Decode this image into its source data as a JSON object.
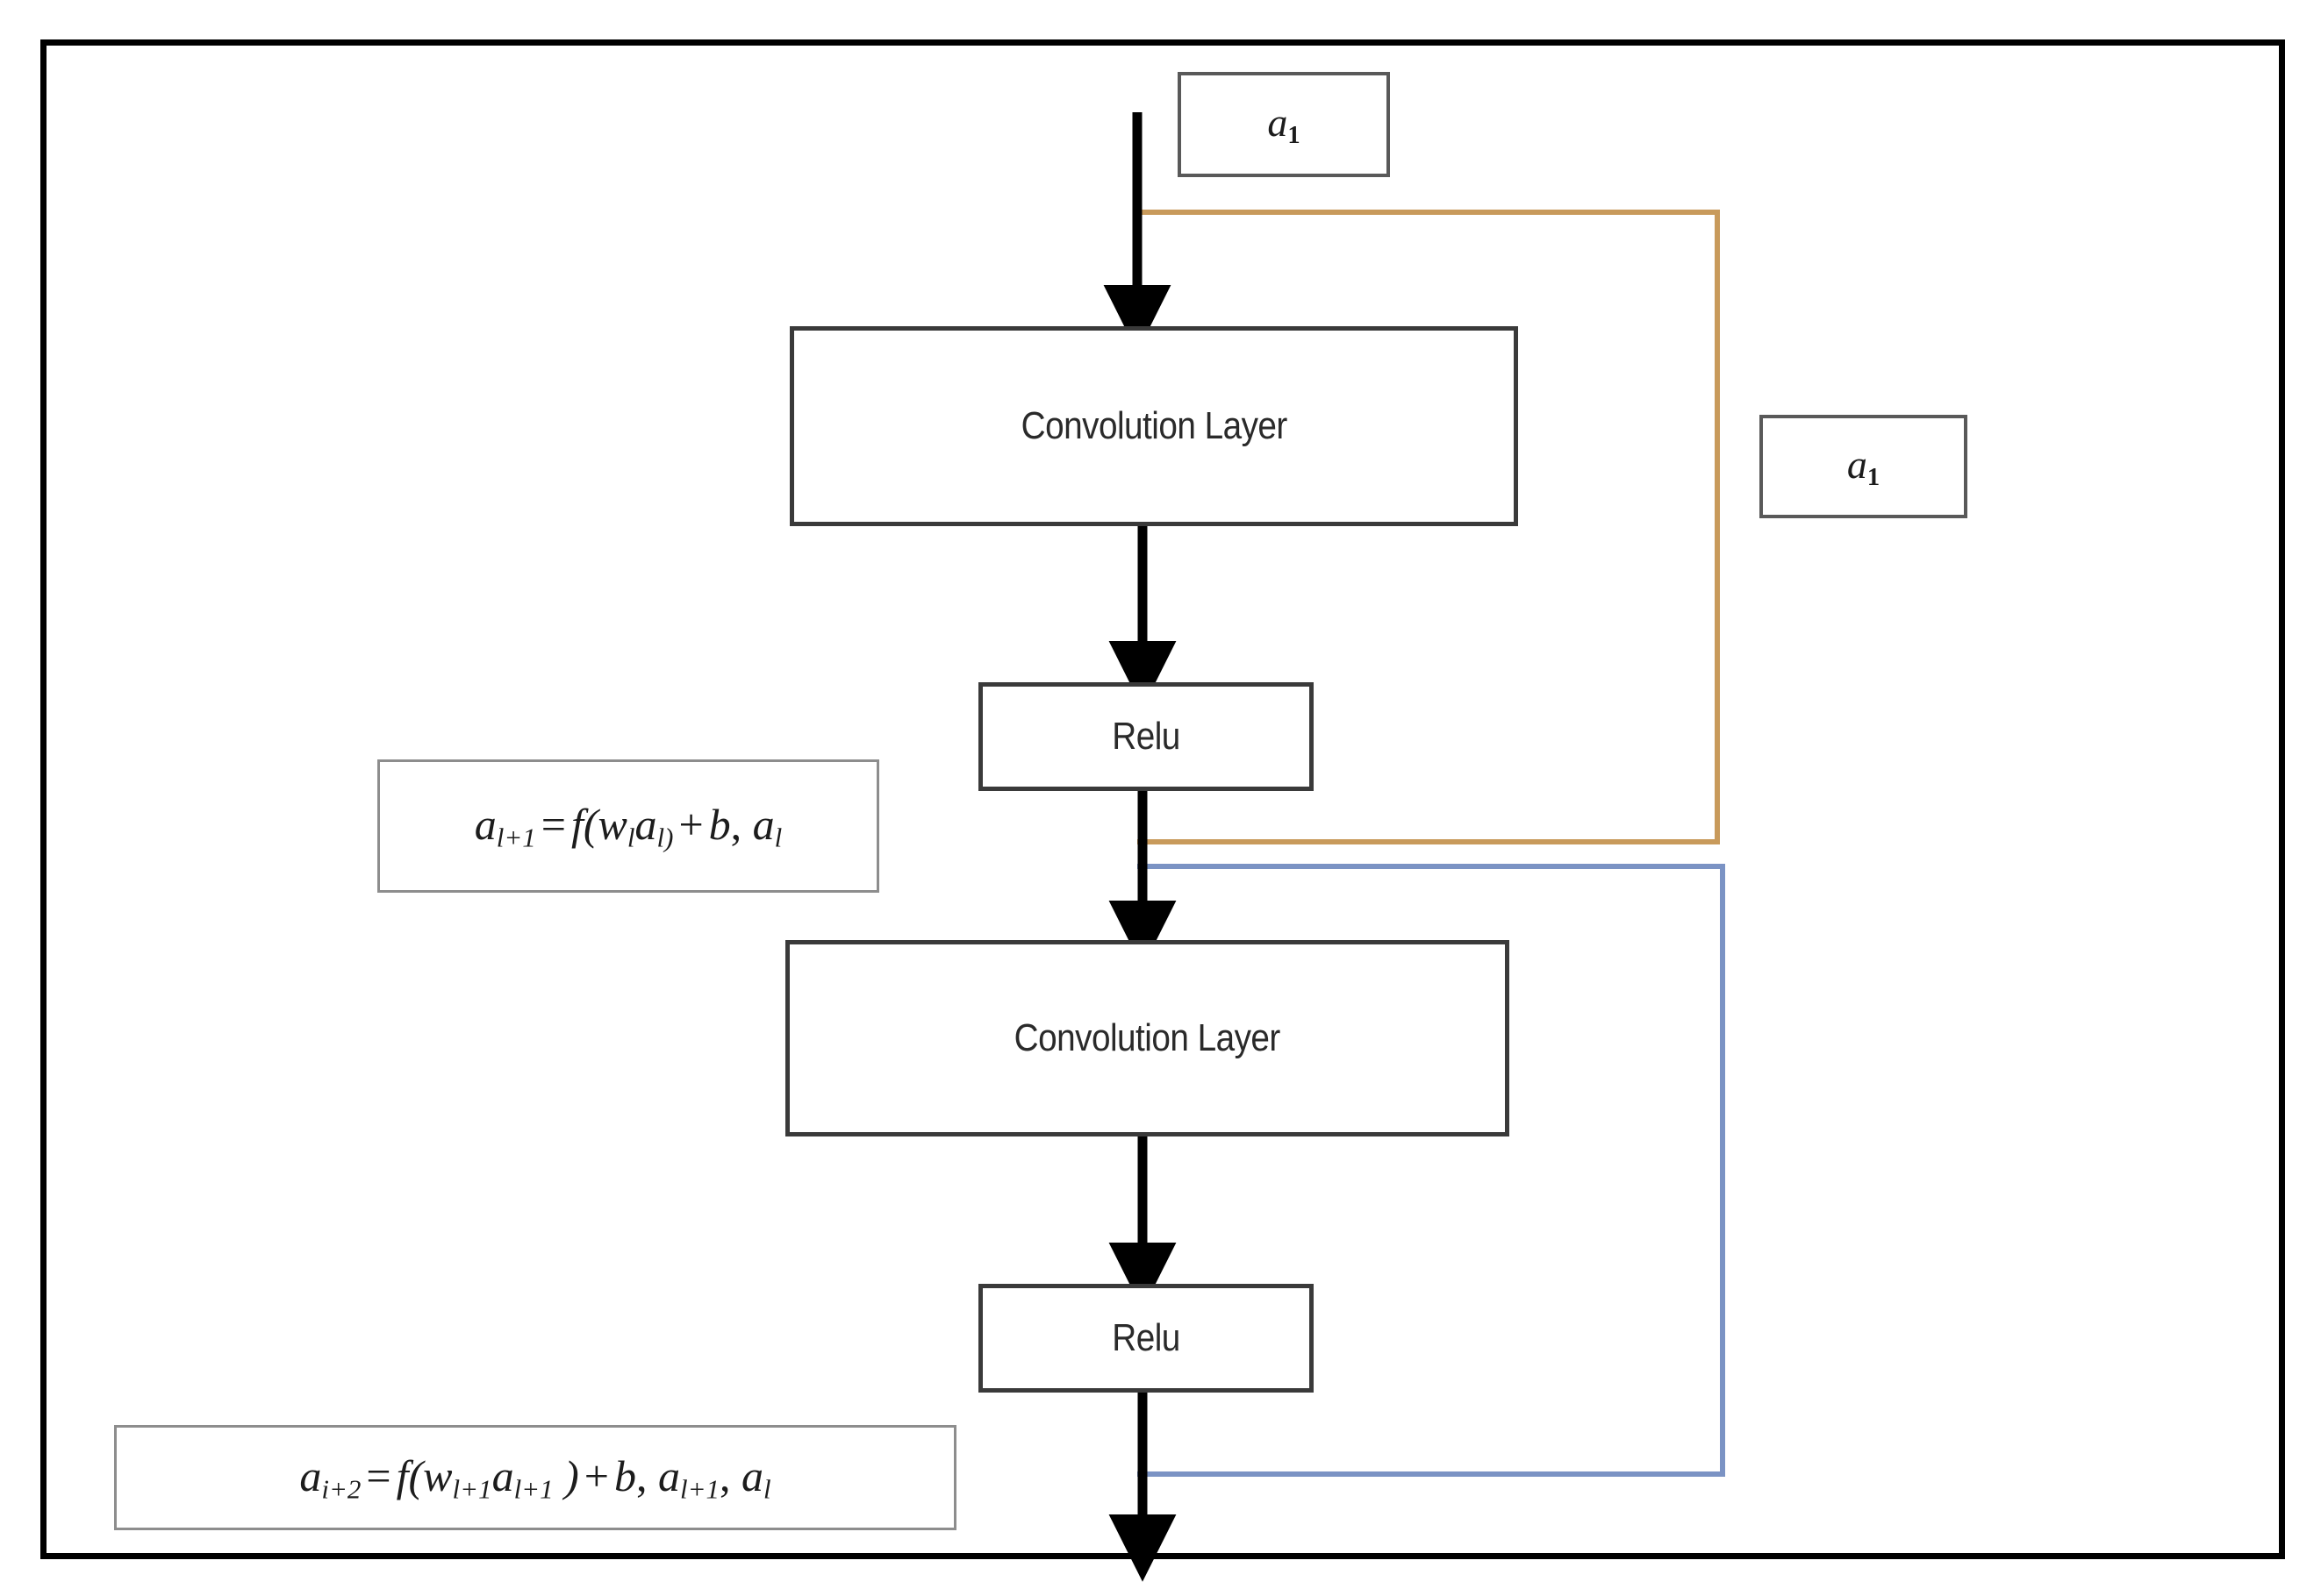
{
  "diagram": {
    "title": "Residual block flowchart",
    "nodes": {
      "input_activation": {
        "label": "a1",
        "base": "a",
        "sub": "1"
      },
      "conv_layer_1": {
        "label": "Convolution Layer"
      },
      "relu_1": {
        "label": "Relu"
      },
      "conv_layer_2": {
        "label": "Convolution Layer"
      },
      "relu_2": {
        "label": "Relu"
      },
      "skip_activation": {
        "label": "a1",
        "base": "a",
        "sub": "1"
      }
    },
    "equations": {
      "equation_1": {
        "text": "a(l+1) = f(w(l) a(l)) + b, a(l)",
        "lhs_base": "a",
        "lhs_sub": "l+1",
        "eq_op": "=",
        "fn": "f",
        "open_paren": "(",
        "w_base": "w",
        "w_sub": "l",
        "a_base": "a",
        "a_sub": "l)",
        "plus_op": "+",
        "bias": "b",
        "comma": ", ",
        "tail_base": "a",
        "tail_sub": "l"
      },
      "equation_2": {
        "text": "a(i+2) = f(w(l+1) a(l+1) ) + b, a(l+1), a(l)",
        "lhs_base": "a",
        "lhs_sub": "i+2",
        "eq_op": "=",
        "fn": "f",
        "open_paren": "(",
        "w_base": "w",
        "w_sub": "l+1",
        "a_base": "a",
        "a_sub": "l+1",
        "close_paren": " )",
        "plus_op": "+",
        "bias": "b",
        "comma1": ", ",
        "t1_base": "a",
        "t1_sub": "l+1",
        "comma2": ", ",
        "t2_base": "a",
        "t2_sub": "l"
      }
    },
    "connections": {
      "skip_1": {
        "name": "skip-connection-orange",
        "color": "#c89a5b"
      },
      "skip_2": {
        "name": "skip-connection-blue",
        "color": "#7b93c4"
      },
      "flow": {
        "name": "forward-flow-arrow",
        "color": "#000000"
      }
    }
  }
}
